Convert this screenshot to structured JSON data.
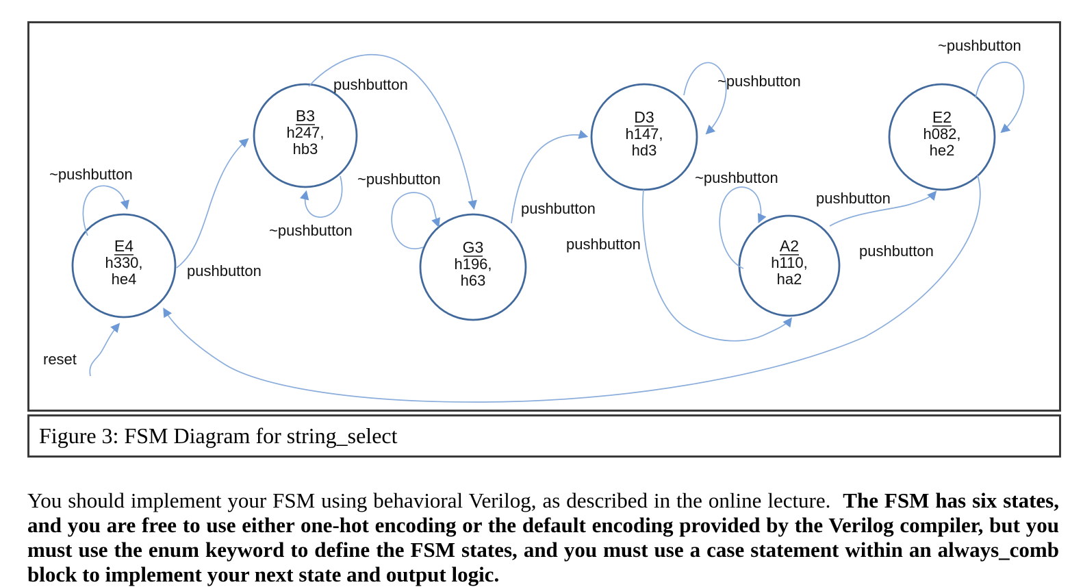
{
  "diagram": {
    "states": [
      {
        "name": "E4",
        "line2": "h330,",
        "line3": "he4"
      },
      {
        "name": "B3",
        "line2": "h247,",
        "line3": "hb3"
      },
      {
        "name": "G3",
        "line2": "h196,",
        "line3": "h63"
      },
      {
        "name": "D3",
        "line2": "h147,",
        "line3": "hd3"
      },
      {
        "name": "A2",
        "line2": "h110,",
        "line3": "ha2"
      },
      {
        "name": "E2",
        "line2": "h082,",
        "line3": "he2"
      }
    ],
    "transitions": [
      {
        "from": "E4",
        "to": "E4",
        "label": "~pushbutton"
      },
      {
        "from": "E4",
        "to": "B3",
        "label": "pushbutton"
      },
      {
        "from": "B3",
        "to": "B3",
        "label": "~pushbutton"
      },
      {
        "from": "B3",
        "to": "G3",
        "label": "pushbutton"
      },
      {
        "from": "G3",
        "to": "G3",
        "label": "~pushbutton"
      },
      {
        "from": "G3",
        "to": "D3",
        "label": "pushbutton"
      },
      {
        "from": "D3",
        "to": "D3",
        "label": "~pushbutton"
      },
      {
        "from": "D3",
        "to": "A2",
        "label": "pushbutton"
      },
      {
        "from": "A2",
        "to": "A2",
        "label": "~pushbutton"
      },
      {
        "from": "A2",
        "to": "E2",
        "label": "pushbutton"
      },
      {
        "from": "E2",
        "to": "E2",
        "label": "~pushbutton"
      },
      {
        "from": "E2",
        "to": "E4",
        "label": "pushbutton"
      },
      {
        "to": "E4",
        "label": "reset"
      }
    ],
    "colors": {
      "node_stroke": "#41699c",
      "arrow_stroke": "#8aaddc",
      "arrow_head": "#6d99d6",
      "box_border": "#3a3a3a"
    }
  },
  "caption": "Figure 3: FSM Diagram for string_select",
  "body": {
    "normal": "You should implement your FSM using behavioral Verilog, as described in the online lecture.  ",
    "bold": "The FSM has six states, and you are free to use either one-hot encoding or the default encoding provided by the Verilog compiler, but you must use the enum keyword to define the FSM states, and you must use a case statement within an always_comb block to implement your next state and output logic."
  }
}
